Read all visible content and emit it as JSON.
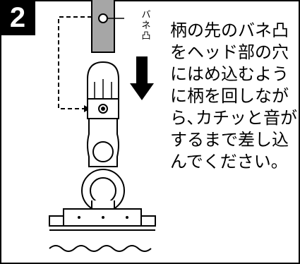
{
  "step": {
    "number": "2"
  },
  "illustration": {
    "spring_label": "バ\nネ\n凸"
  },
  "instruction": {
    "lines": [
      "柄の先のバネ凸",
      "をヘッド部の穴",
      "にはめ込むよう",
      "に柄を回しなが",
      "ら､カチッと音が",
      "するまで差し込",
      "んでください。"
    ]
  },
  "colors": {
    "badge_background": "#000000",
    "handle_fill": "#a6a6a6",
    "line": "#000000"
  }
}
